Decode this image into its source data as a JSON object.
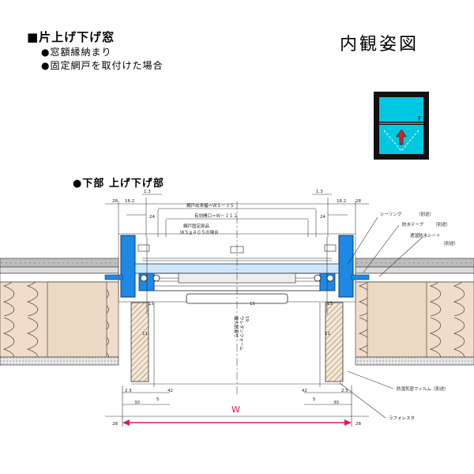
{
  "title": "■片上げ下げ窓",
  "subtitles": [
    "●窓額縁納まり",
    "●固定網戸を取付けた場合"
  ],
  "view_label": "内観姿図",
  "section_label": "●下部 上げ下げ部",
  "elevation_mark": "F",
  "labels": {
    "sealing": "シーリング",
    "waterproof_tape": "防水テープ",
    "moisture_sheet": "透湿防水シート",
    "separate": "（別途）",
    "vapor_film": "防湿気密フィルム（別途）",
    "lath": "ラフォレスタ",
    "screen_width": "網戸出来幅＝ＷＳ－３５",
    "effective_opening": "有効開口＝Ｗ－１１２",
    "screen_fix_1": "網戸固定部品",
    "screen_fix_2": "ＷＳ≦４０５の場合",
    "urethane": "ウレタンフォーム",
    "max_dim": "最大脱着寸",
    "w": "W"
  },
  "dims": {
    "d28": "28",
    "d16_2": "16.2",
    "d1_3": "1.3",
    "d24": "24",
    "d15": "15",
    "d11": "11",
    "d2_5": "2.5",
    "d42": "42",
    "d30": "30",
    "d5": "5",
    "d59": "59"
  }
}
